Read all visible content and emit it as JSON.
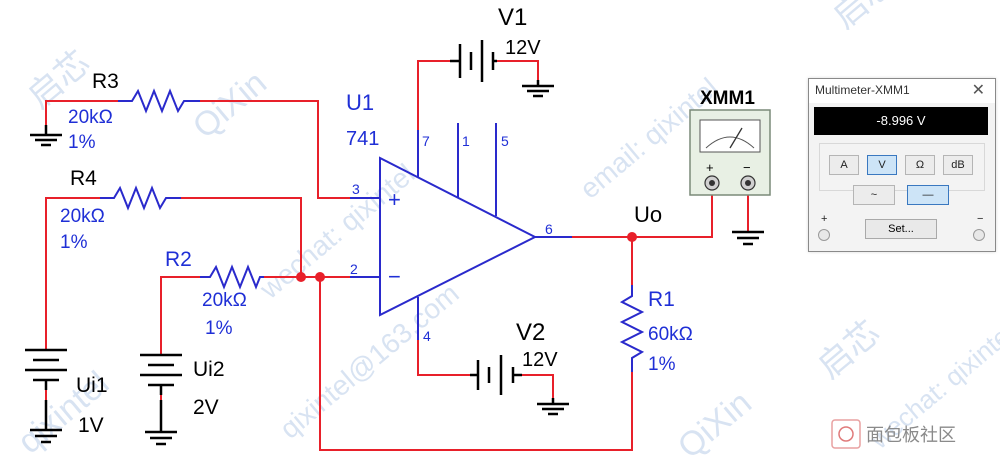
{
  "watermarks": [
    "启芯",
    "QiXin",
    "qixintel",
    "wechat: qixintel",
    "email: qixintel",
    "qixintel@163.com",
    "启芯",
    "QiXin",
    "启芯",
    "wechat: qixintel"
  ],
  "op_amp": {
    "ref": "U1",
    "part": "741",
    "pins": {
      "noninv": "3",
      "inv": "2",
      "out": "6",
      "vpos": "7",
      "pin1": "1",
      "pin5": "5",
      "vneg": "4"
    },
    "plus_sign": "+",
    "minus_sign": "−"
  },
  "resistors": {
    "r3": {
      "ref": "R3",
      "value": "20kΩ",
      "tol": "1%"
    },
    "r4": {
      "ref": "R4",
      "value": "20kΩ",
      "tol": "1%"
    },
    "r2": {
      "ref": "R2",
      "value": "20kΩ",
      "tol": "1%"
    },
    "r1": {
      "ref": "R1",
      "value": "60kΩ",
      "tol": "1%"
    }
  },
  "sources": {
    "v1": {
      "ref": "V1",
      "value": "12V"
    },
    "v2": {
      "ref": "V2",
      "value": "12V"
    },
    "ui1": {
      "ref": "Ui1",
      "value": "1V"
    },
    "ui2": {
      "ref": "Ui2",
      "value": "2V"
    }
  },
  "nodes": {
    "output": "Uo"
  },
  "meter_symbol": {
    "ref": "XMM1",
    "plus": "+",
    "minus": "−"
  },
  "multimeter_window": {
    "title": "Multimeter-XMM1",
    "close": "✕",
    "reading": "-8.996 V",
    "modes": [
      "A",
      "V",
      "Ω",
      "dB"
    ],
    "active_mode": "V",
    "signal_types": [
      "~",
      "—"
    ],
    "active_signal": "—",
    "set_button": "Set...",
    "terminal_plus": "+",
    "terminal_minus": "−"
  },
  "logo": {
    "text": "面包板社区"
  },
  "colors": {
    "wire": "#e8202a",
    "component": "#2a2acc",
    "label": "#1f2fd6",
    "display_bg": "#000000"
  }
}
